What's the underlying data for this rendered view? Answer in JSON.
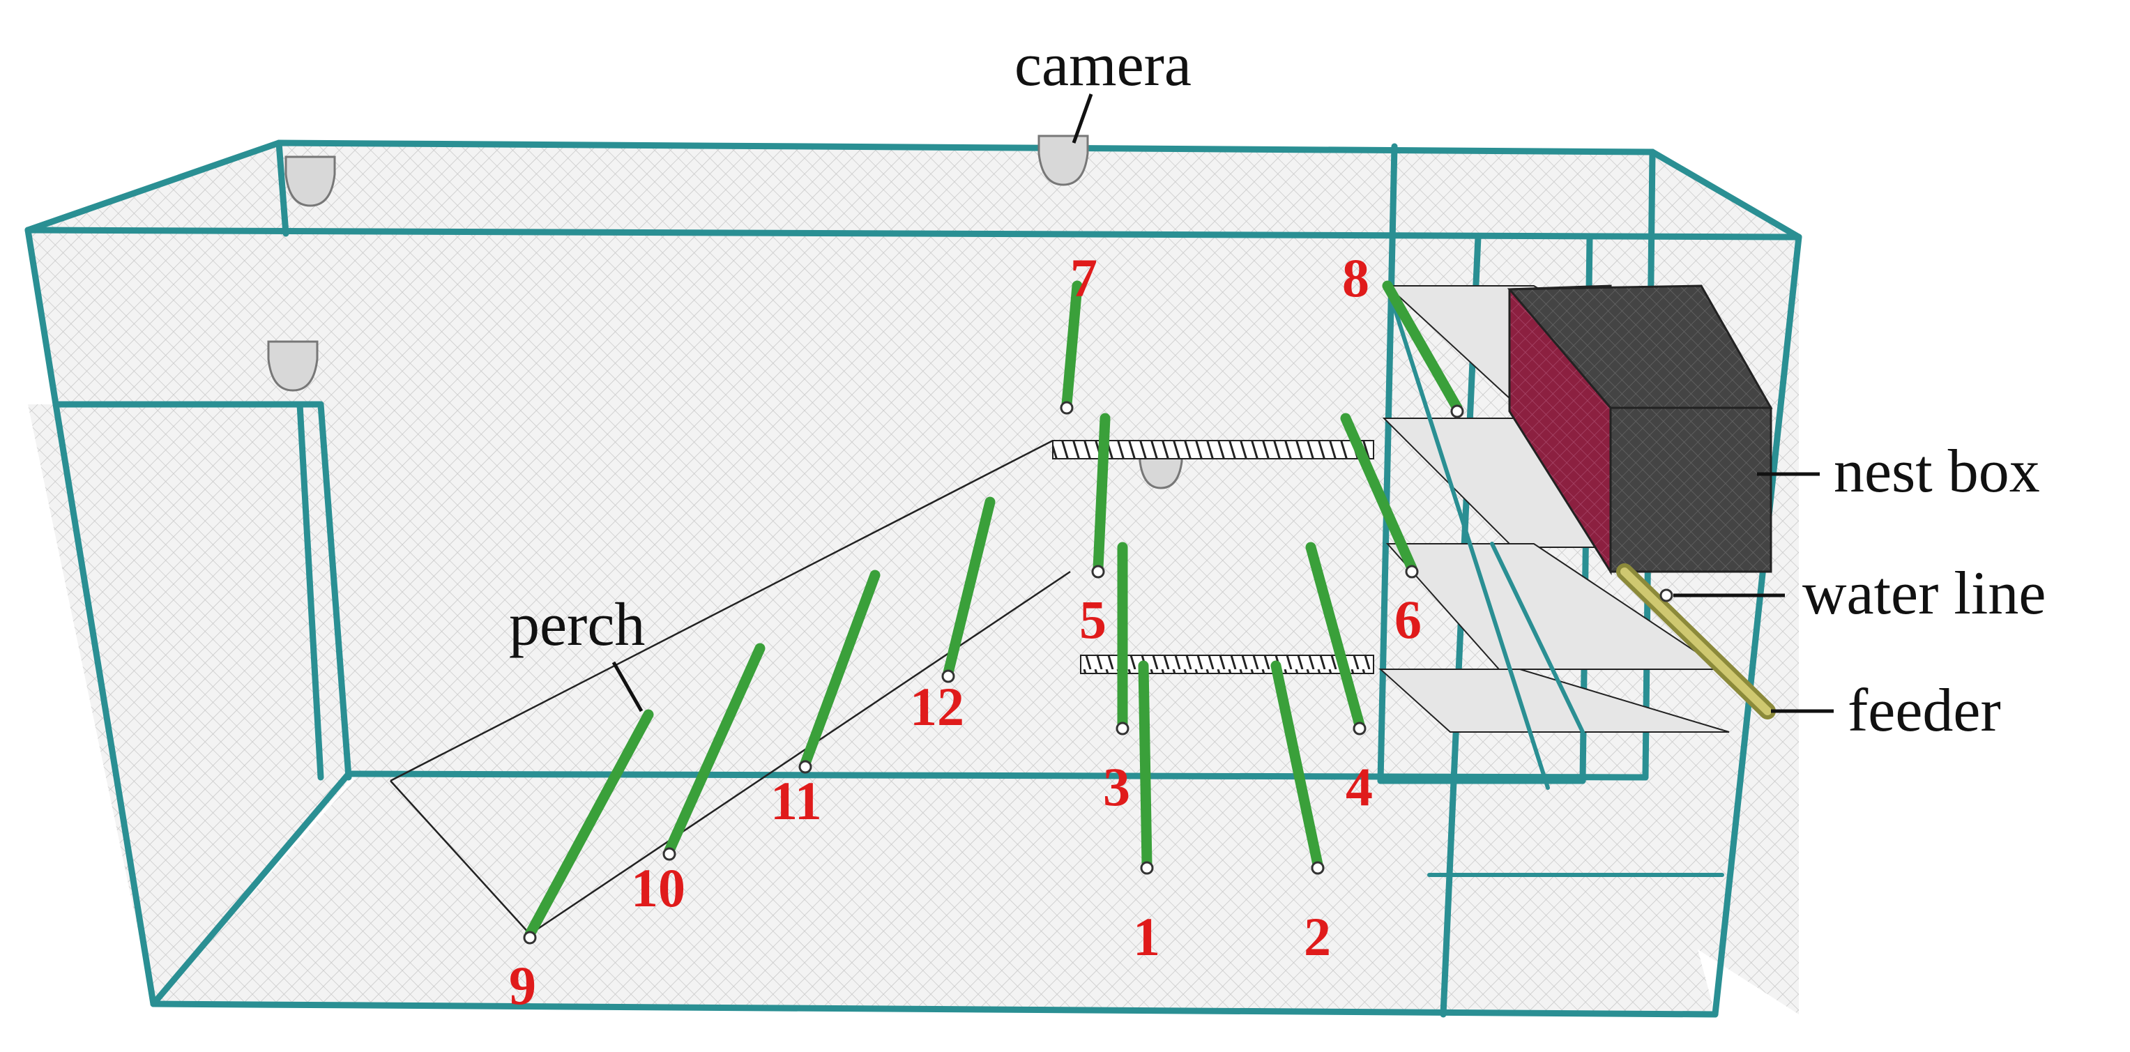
{
  "labels": {
    "camera": "camera",
    "perch": "perch",
    "nest_box": "nest box",
    "water_line": "water line",
    "feeder": "feeder"
  },
  "perch_numbers": [
    "1",
    "2",
    "3",
    "4",
    "5",
    "6",
    "7",
    "8",
    "9",
    "10",
    "11",
    "12"
  ],
  "colors": {
    "frame": "#2a8f93",
    "perch": "#3aa03a",
    "number": "#e01b1b",
    "nest_front": "#8c2040",
    "nest_body": "#4a4a4a",
    "feeder": "#b9b24a"
  }
}
